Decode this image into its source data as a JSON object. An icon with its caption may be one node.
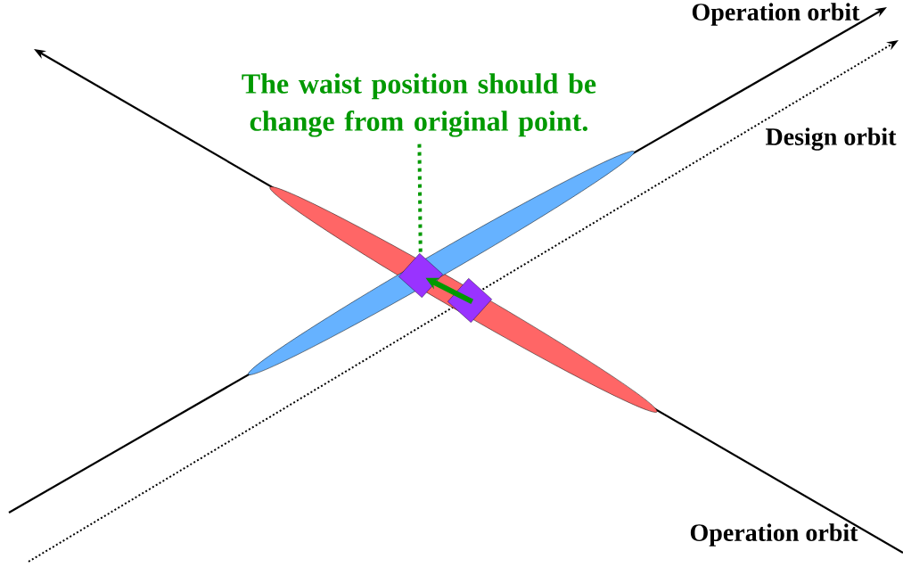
{
  "diagram": {
    "nodes": [
      {
        "text": [
          "The waist position should be change from original point."
        ]
      },
      {
        "text": [],
        "shape": "diamond"
      },
      {
        "text": [],
        "shape": "diamond"
      }
    ],
    "edges": [
      {
        "from": 0,
        "to": 1,
        "arrow": "none",
        "style": "dashed",
        "color": "#009900"
      },
      {
        "from": 2,
        "to": 1,
        "arrow": "to",
        "color": "#009900"
      }
    ],
    "labels": [
      "Operation orbit",
      "Design orbit",
      "Operation orbit"
    ]
  }
}
